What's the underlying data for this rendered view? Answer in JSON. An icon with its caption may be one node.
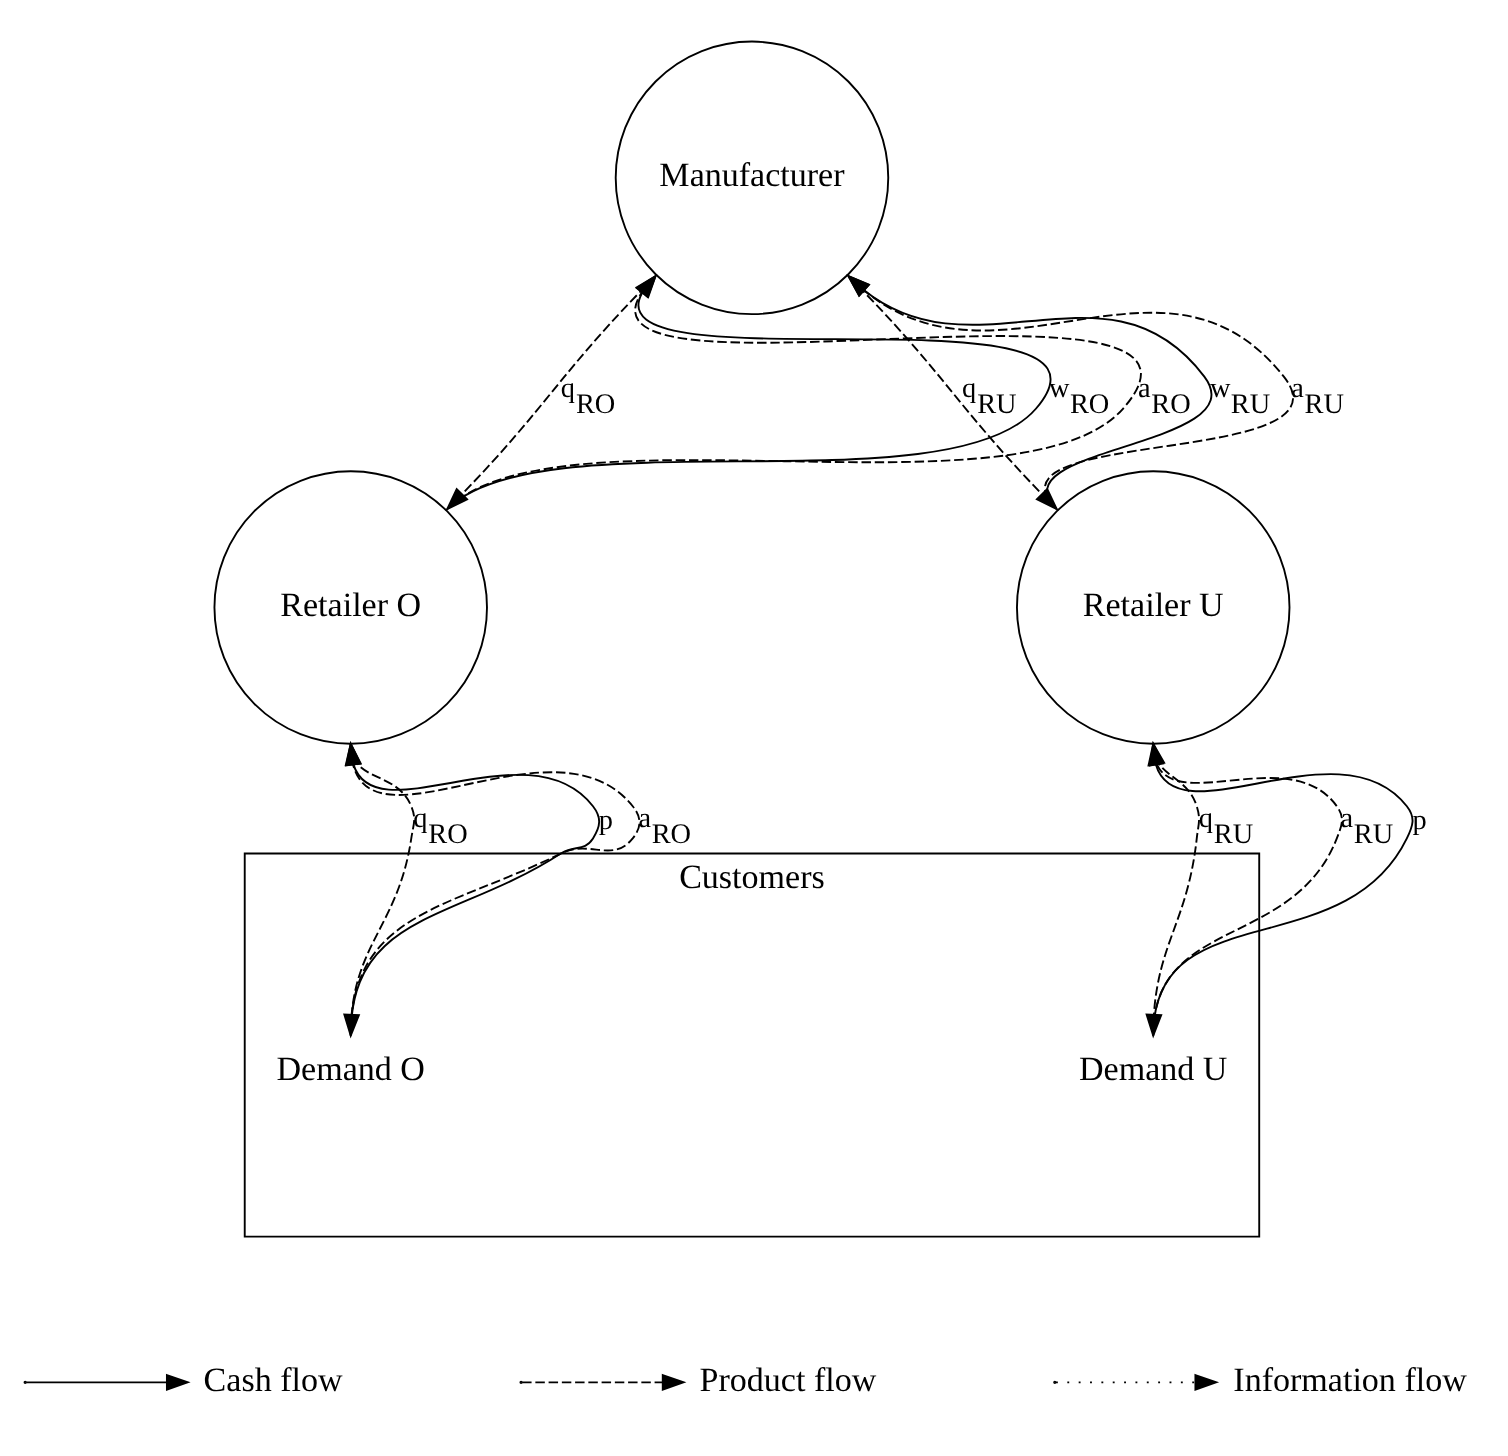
{
  "diagram": {
    "nodes": [
      {
        "text": [
          "Manufacturer"
        ]
      },
      {
        "text": [
          "Retailer O"
        ]
      },
      {
        "text": [
          "Retailer U"
        ]
      },
      {
        "text": [
          "Customers"
        ]
      },
      {
        "text": [
          "Demand O"
        ],
        "in": 3
      },
      {
        "text": [
          "Demand U"
        ],
        "in": 3
      }
    ],
    "edges": [
      {
        "from": 1,
        "to": 0,
        "arrow": "to",
        "label": "w$_{RO}$"
      },
      {
        "from": 0,
        "to": 1,
        "arrow": "to",
        "label": "q$_{RO}$",
        "style": "dashed"
      },
      {
        "from": 1,
        "to": 0,
        "arrow": "to",
        "label": "a$_{RO}$",
        "style": "dashed"
      },
      {
        "from": 2,
        "to": 0,
        "arrow": "to",
        "label": "w$_{RU}$"
      },
      {
        "from": 0,
        "to": 2,
        "arrow": "to",
        "label": "q$_{RU}$",
        "style": "dashed"
      },
      {
        "from": 2,
        "to": 0,
        "arrow": "to",
        "label": "a$_{RU}$",
        "style": "dashed"
      },
      {
        "from": 4,
        "to": 1,
        "arrow": "to",
        "label": "p"
      },
      {
        "from": 1,
        "to": 4,
        "arrow": "to",
        "label": "q$_{RO}$",
        "style": "dashed"
      },
      {
        "from": 4,
        "to": 1,
        "arrow": "to",
        "label": "a$_{RO}$",
        "style": "dashed"
      },
      {
        "from": 5,
        "to": 2,
        "arrow": "to",
        "label": "a$_{RU}$",
        "style": "dashed"
      },
      {
        "from": 2,
        "to": 5,
        "arrow": "to",
        "label": "q$_{RU}$",
        "style": "dashed"
      },
      {
        "from": 5,
        "to": 2,
        "arrow": "to",
        "label": "p"
      }
    ],
    "legend": [
      {
        "text": "Cash flow"
      },
      {
        "text": "Product flow"
      },
      {
        "text": "Information flow"
      }
    ]
  }
}
